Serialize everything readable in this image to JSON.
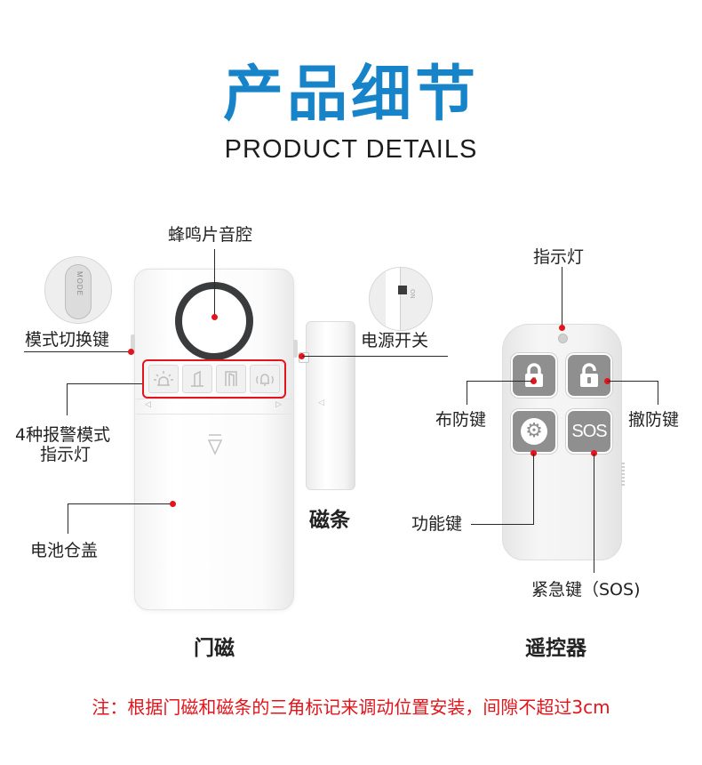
{
  "title_cn": "产品细节",
  "title_en": "PRODUCT DETAILS",
  "door_sensor": {
    "speaker_label": "蜂鸣片音腔",
    "mode_switch_label": "模式切换键",
    "mode_button_text": "MODE",
    "indicator_label_line1": "4种报警模式",
    "indicator_label_line2": "指示灯",
    "battery_cover_label": "电池仓盖",
    "power_switch_label": "电源开关",
    "name": "门磁",
    "mode_icons": [
      "alarm-light-icon",
      "door-chime-icon",
      "door-icon",
      "bell-icon"
    ]
  },
  "magnet": {
    "name": "磁条"
  },
  "remote": {
    "indicator_label": "指示灯",
    "arm_label": "布防键",
    "disarm_label": "撤防键",
    "function_label": "功能键",
    "sos_label": "紧急键（SOS)",
    "sos_button_text": "SOS",
    "name": "遥控器"
  },
  "note": "注：根据门磁和磁条的三角标记来调动位置安装，间隙不超过3cm",
  "colors": {
    "title_blue": "#1784c9",
    "accent_red": "#e3141b",
    "button_gray": "#8f8f8f",
    "speaker_ring": "#3a3b3d"
  }
}
